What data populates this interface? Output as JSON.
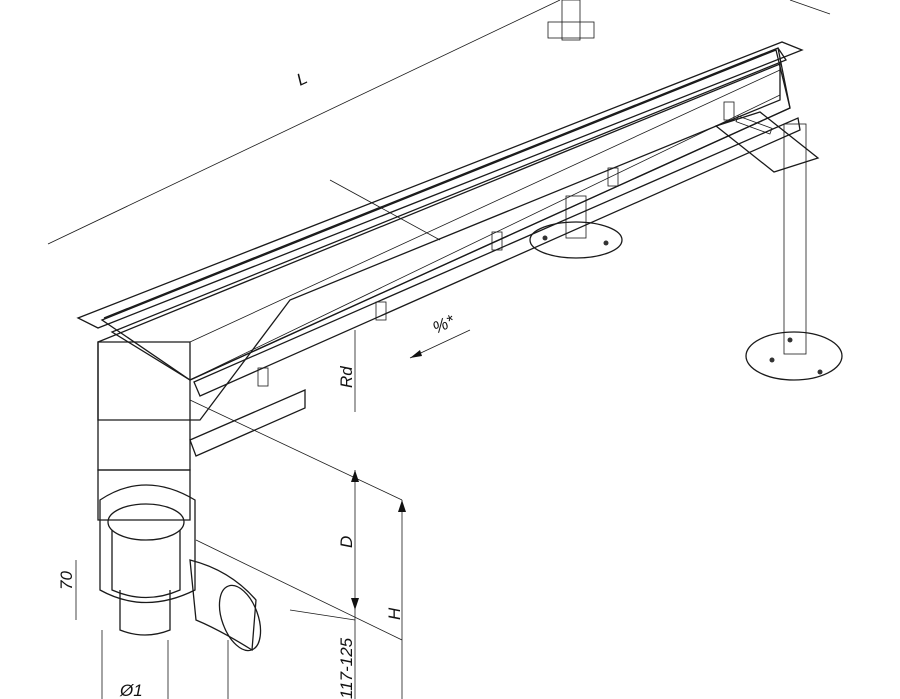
{
  "drawing": {
    "colors": {
      "steel_light": "#e6ecf6",
      "steel_mid": "#c7d2e8",
      "steel_dark": "#9fb0d0",
      "outline": "#1a1a1a",
      "background": "#ffffff"
    },
    "dimensions": {
      "length": "L",
      "slope": "%*",
      "rim_depth": "Rd",
      "depth": "D",
      "height": "H",
      "outlet_height": "70",
      "adjustable_range": "117-125",
      "outlet_diameter": "Ø1"
    }
  }
}
